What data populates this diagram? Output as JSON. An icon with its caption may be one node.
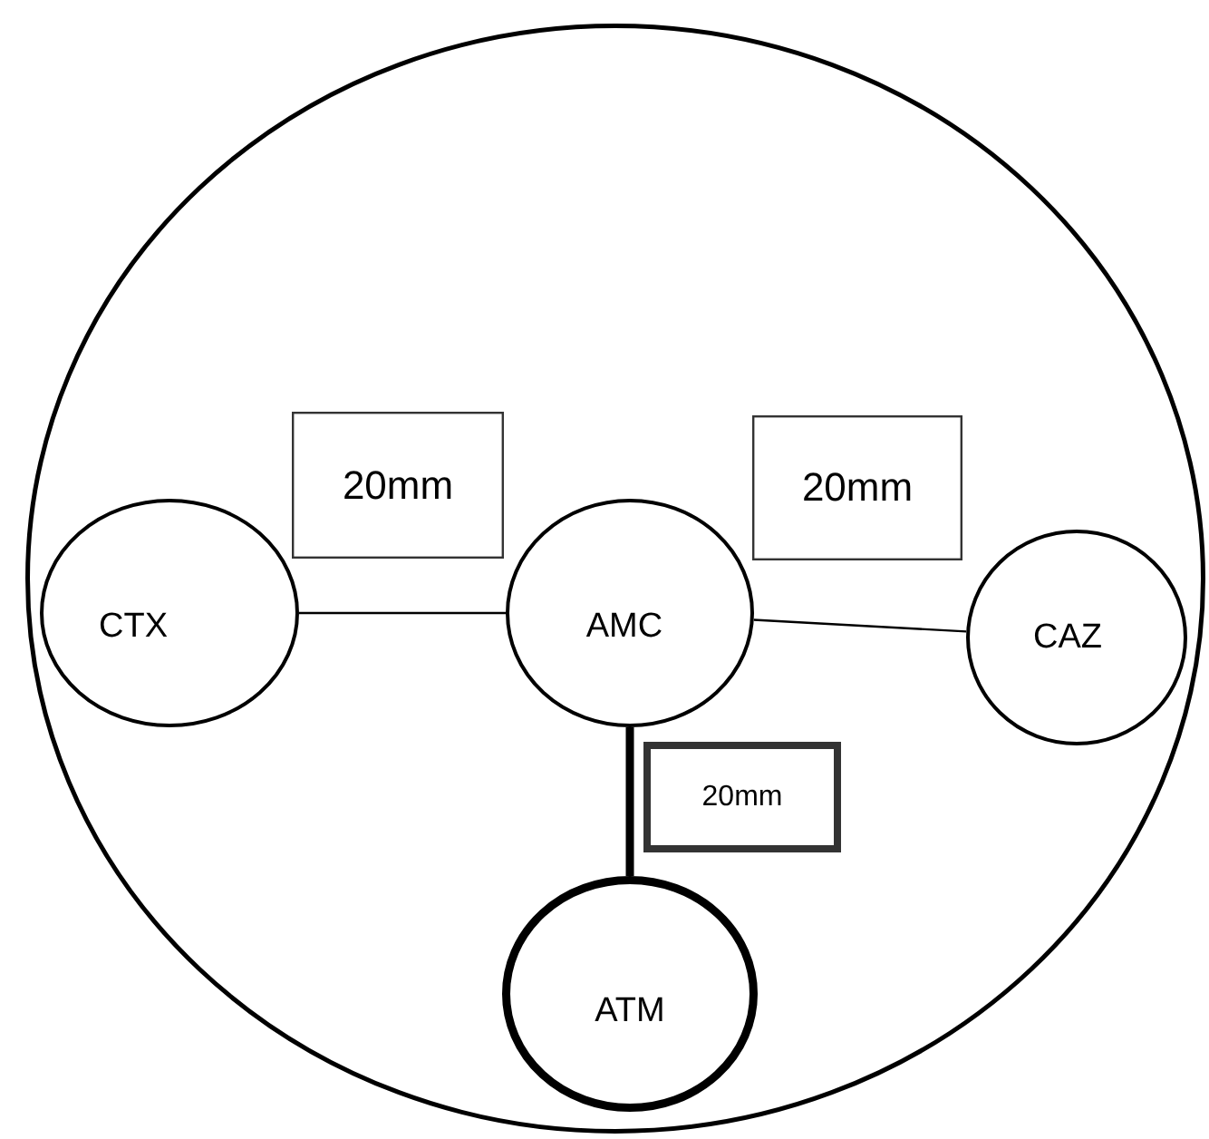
{
  "diagram": {
    "nodes": [
      {
        "text": [],
        "shape": "circle"
      },
      {
        "text": [
          "20mm"
        ],
        "in": 0
      },
      {
        "text": [
          "20mm"
        ],
        "in": 0
      },
      {
        "text": [
          "CTX"
        ],
        "in": 0
      },
      {
        "text": [
          "AMC"
        ],
        "in": 0
      },
      {
        "text": [
          "CAZ"
        ],
        "in": 0
      },
      {
        "text": [
          "20mm"
        ],
        "in": 0
      },
      {
        "text": [
          "ATM"
        ],
        "in": 0
      }
    ],
    "edges": [
      {
        "from": 3,
        "to": 4,
        "arrow": "none"
      },
      {
        "from": 4,
        "to": 5,
        "arrow": "none"
      },
      {
        "from": 4,
        "to": 7,
        "arrow": "none",
        "style": "thick"
      }
    ]
  }
}
